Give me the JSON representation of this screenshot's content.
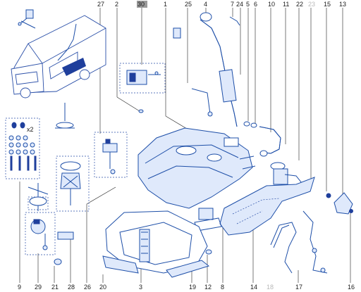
{
  "top_labels": [
    "27",
    "2",
    "30",
    "1",
    "25",
    "4",
    "7",
    "24",
    "5",
    "6",
    "10",
    "11",
    "22",
    "23",
    "15",
    "13"
  ],
  "bottom_labels": [
    "9",
    "29",
    "21",
    "28",
    "26",
    "20",
    "3",
    "19",
    "12",
    "8",
    "14",
    "18",
    "17",
    "16"
  ],
  "highlighted_label": "30",
  "greyed_labels": [
    "23",
    "18"
  ],
  "kit_count": "x2",
  "colors": {
    "line": "#1e4fa8",
    "fill": "#dfe9fb",
    "dark": "#1f3f9c",
    "label": "#1a1a1a",
    "grey": "#b9b9b9"
  }
}
